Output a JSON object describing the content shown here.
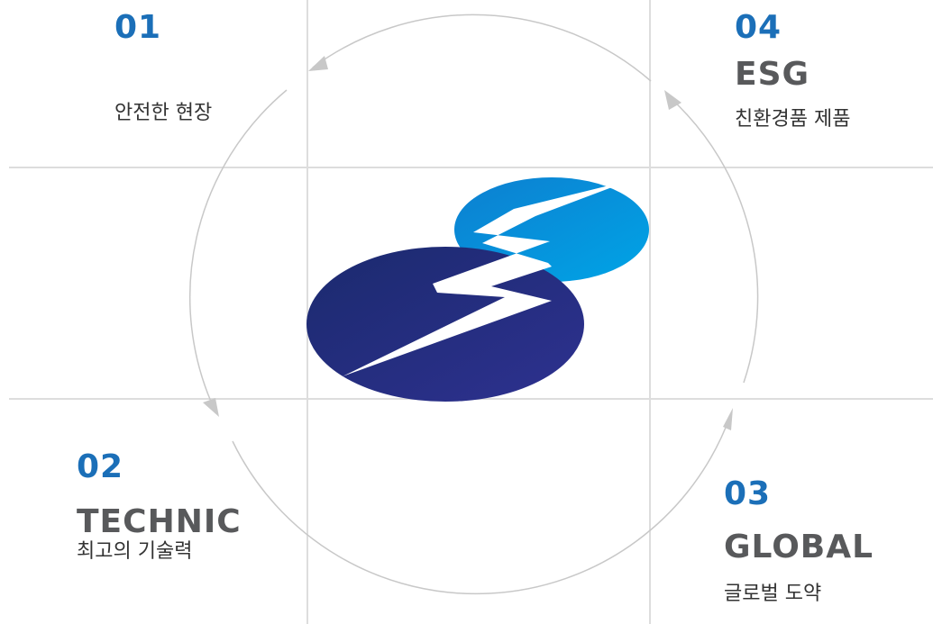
{
  "colors": {
    "accent_blue": "#1b6fb8",
    "title_gray": "#58595b",
    "text_dark": "#333333",
    "grid_line": "#dddddd",
    "cycle_line": "#c8c8c8",
    "logo_dark_navy": "#1f2366",
    "logo_navy": "#2e3190",
    "logo_light_blue": "#00a0e3"
  },
  "icons": [
    "company-logo",
    "cycle-arrow-icon"
  ],
  "steps": [
    {
      "number": "01",
      "title": "",
      "subtitle": "안전한 현장"
    },
    {
      "number": "02",
      "title": "TECHNIC",
      "subtitle": "최고의 기술력"
    },
    {
      "number": "03",
      "title": "GLOBAL",
      "subtitle": "글로벌 도약"
    },
    {
      "number": "04",
      "title": "ESG",
      "subtitle": "친환경품 제품"
    }
  ]
}
